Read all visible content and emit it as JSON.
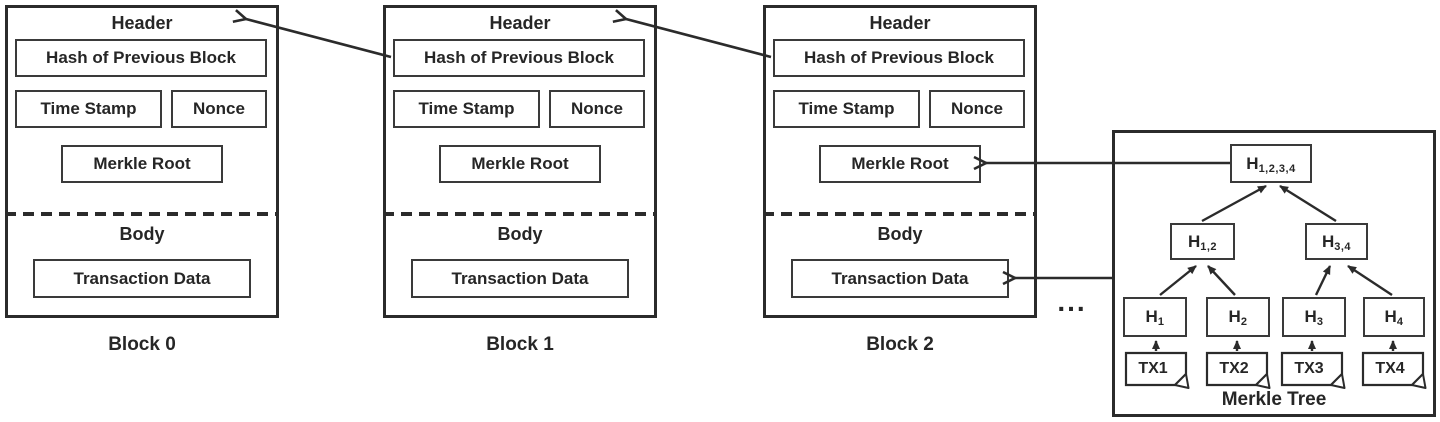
{
  "figure": {
    "background": "#ffffff",
    "ink": "#2b2b2b"
  },
  "blocks": [
    {
      "caption": "Block 0",
      "header_label": "Header",
      "hash_label": "Hash of Previous Block",
      "timestamp_label": "Time Stamp",
      "nonce_label": "Nonce",
      "merkle_root_label": "Merkle Root",
      "body_label": "Body",
      "transaction_label": "Transaction Data"
    },
    {
      "caption": "Block 1",
      "header_label": "Header",
      "hash_label": "Hash of Previous Block",
      "timestamp_label": "Time Stamp",
      "nonce_label": "Nonce",
      "merkle_root_label": "Merkle Root",
      "body_label": "Body",
      "transaction_label": "Transaction Data"
    },
    {
      "caption": "Block 2",
      "header_label": "Header",
      "hash_label": "Hash of Previous Block",
      "timestamp_label": "Time Stamp",
      "nonce_label": "Nonce",
      "merkle_root_label": "Merkle Root",
      "body_label": "Body",
      "transaction_label": "Transaction Data"
    }
  ],
  "ellipsis": "...",
  "merkle_tree": {
    "caption": "Merkle Tree",
    "root": {
      "base": "H",
      "sub": "1,2,3,4"
    },
    "internal": [
      {
        "base": "H",
        "sub": "1,2"
      },
      {
        "base": "H",
        "sub": "3,4"
      }
    ],
    "leaves": [
      {
        "base": "H",
        "sub": "1"
      },
      {
        "base": "H",
        "sub": "2"
      },
      {
        "base": "H",
        "sub": "3"
      },
      {
        "base": "H",
        "sub": "4"
      }
    ],
    "transactions": [
      {
        "label": "TX1"
      },
      {
        "label": "TX2"
      },
      {
        "label": "TX3"
      },
      {
        "label": "TX4"
      }
    ]
  }
}
